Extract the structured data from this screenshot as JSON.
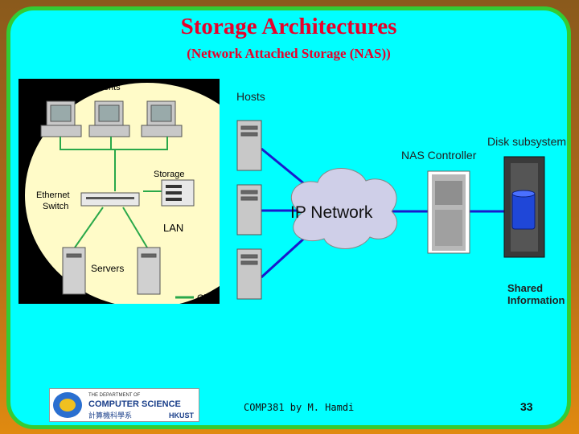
{
  "title": "Storage Architectures",
  "subtitle": "(Network Attached Storage (NAS))",
  "left_diagram": {
    "clients_label": "Clients",
    "storage_label": "Storage",
    "switch_label": "Ethernet\nSwitch",
    "lan_label": "LAN",
    "servers_label": "Servers",
    "legend_label": "Gb.E"
  },
  "right_diagram": {
    "hosts_label": "Hosts",
    "nas_label": "NAS Controller",
    "disk_label": "Disk subsystem",
    "network_label": "IP Network",
    "shared_label": "Shared\nInformation"
  },
  "footer": {
    "text": "COMP381 by M. Hamdi",
    "page": "33",
    "logo_text_line1": "THE DEPARTMENT OF",
    "logo_text_line2": "COMPUTER SCIENCE",
    "logo_text_line3": "計算機科學系",
    "logo_text_line4": "HKUST"
  },
  "colors": {
    "background": "#00ffff",
    "border": "#33cc33",
    "title": "#e8002a",
    "link": "#1a1acc",
    "lan_green": "#2aa84a"
  }
}
